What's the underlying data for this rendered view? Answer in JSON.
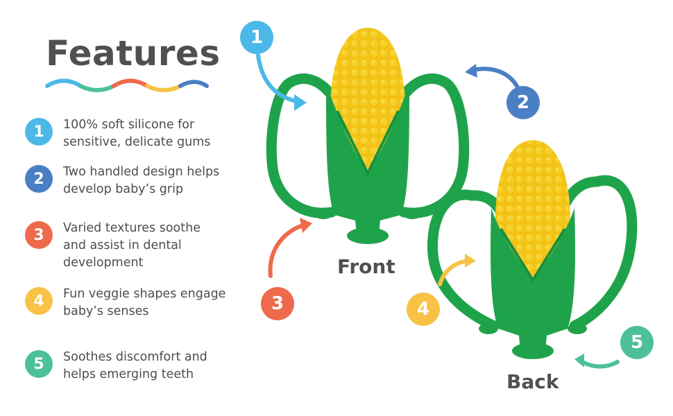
{
  "title": "Features",
  "colors": {
    "blue_light": "#4cb8e8",
    "blue_dark": "#4a7fc4",
    "red_orange": "#ee6a4c",
    "yellow": "#f7c246",
    "teal": "#4cc09a",
    "corn_green": "#1fa34a",
    "corn_yellow": "#f2c316"
  },
  "features": [
    {
      "number": "1",
      "text": "100% soft silicone for\nsensitive, delicate gums"
    },
    {
      "number": "2",
      "text": "Two handled design helps\ndevelop baby’s grip"
    },
    {
      "number": "3",
      "text": "Varied textures soothe\nand assist in dental\ndevelopment"
    },
    {
      "number": "4",
      "text": "Fun veggie shapes engage\nbaby’s senses"
    },
    {
      "number": "5",
      "text": "Soothes discomfort and\nhelps emerging teeth"
    }
  ],
  "callouts": [
    "1",
    "2",
    "3",
    "4",
    "5"
  ],
  "views": {
    "front": "Front",
    "back": "Back"
  }
}
